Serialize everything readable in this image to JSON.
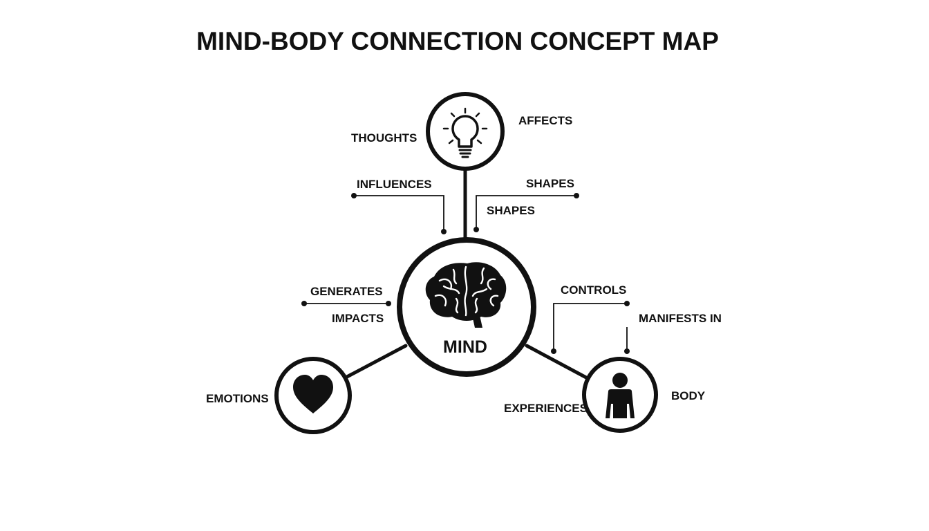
{
  "title": "MIND-BODY CONNECTION CONCEPT MAP",
  "colors": {
    "ink": "#111111",
    "background": "#ffffff"
  },
  "nodes": {
    "mind": {
      "label": "MIND",
      "icon": "brain-icon"
    },
    "thoughts": {
      "label": "THOUGHTS",
      "icon": "lightbulb-icon"
    },
    "emotions": {
      "label": "EMOTIONS",
      "icon": "heart-icon"
    },
    "body": {
      "label": "BODY",
      "icon": "person-icon"
    }
  },
  "relations": {
    "affects": "AFFECTS",
    "influences": "INFLUENCES",
    "shapes_right": "SHAPES",
    "shapes_inner": "SHAPES",
    "generates": "GENERATES",
    "impacts": "IMPACTS",
    "controls": "CONTROLS",
    "manifests_in": "MANIFESTS IN",
    "experiences": "EXPERIENCES"
  }
}
